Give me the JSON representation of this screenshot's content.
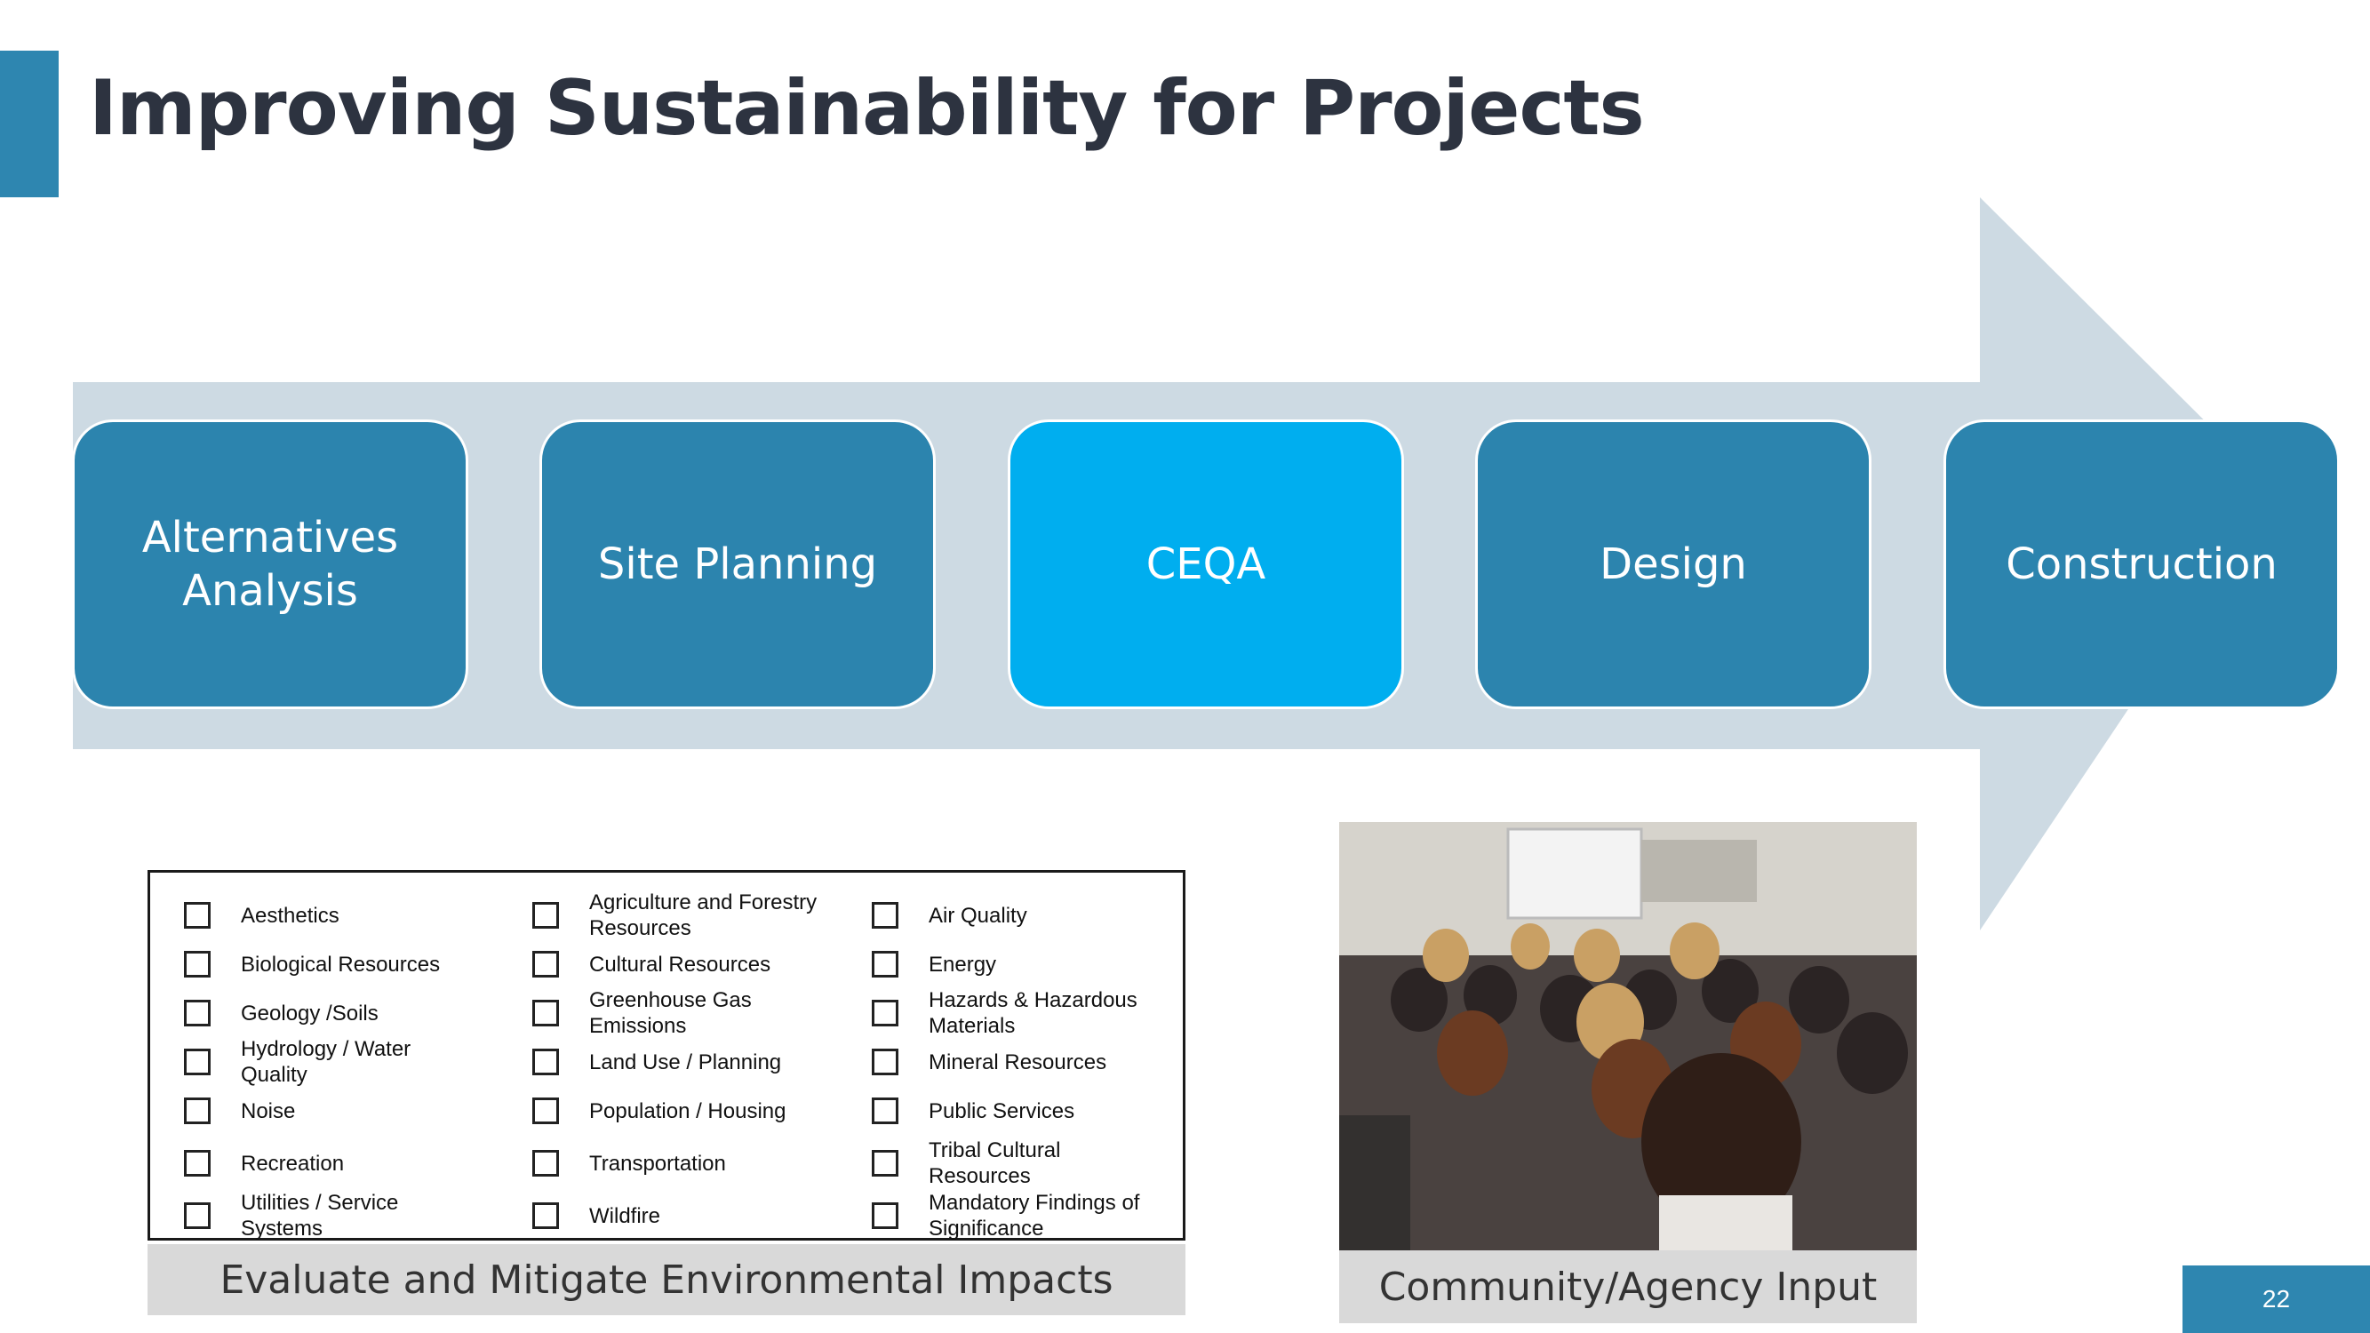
{
  "slide": {
    "title": "Improving Sustainability for Projects",
    "page_number": "22"
  },
  "colors": {
    "accent": "#2E86B0",
    "step": "#2C84AE",
    "step_active": "#00AEEF",
    "arrow": "#CDDAE3",
    "caption_bg": "#D9D9D9"
  },
  "process": {
    "steps": [
      {
        "label": "Alternatives Analysis",
        "active": false
      },
      {
        "label": "Site Planning",
        "active": false
      },
      {
        "label": "CEQA",
        "active": true
      },
      {
        "label": "Design",
        "active": false
      },
      {
        "label": "Construction",
        "active": false
      }
    ]
  },
  "checklist": {
    "columns": [
      [
        "Aesthetics",
        "Biological Resources",
        "Geology /Soils",
        "Hydrology / Water Quality",
        "Noise",
        "Recreation",
        "Utilities / Service Systems"
      ],
      [
        "Agriculture and Forestry Resources",
        "Cultural Resources",
        "Greenhouse Gas Emissions",
        "Land Use / Planning",
        "Population / Housing",
        "Transportation",
        "Wildfire"
      ],
      [
        "Air Quality",
        "Energy",
        "Hazards & Hazardous Materials",
        "Mineral Resources",
        "Public Services",
        "Tribal Cultural Resources",
        "Mandatory Findings of Significance"
      ]
    ],
    "caption": "Evaluate and Mitigate Environmental Impacts"
  },
  "photo": {
    "caption": "Community/Agency Input"
  }
}
